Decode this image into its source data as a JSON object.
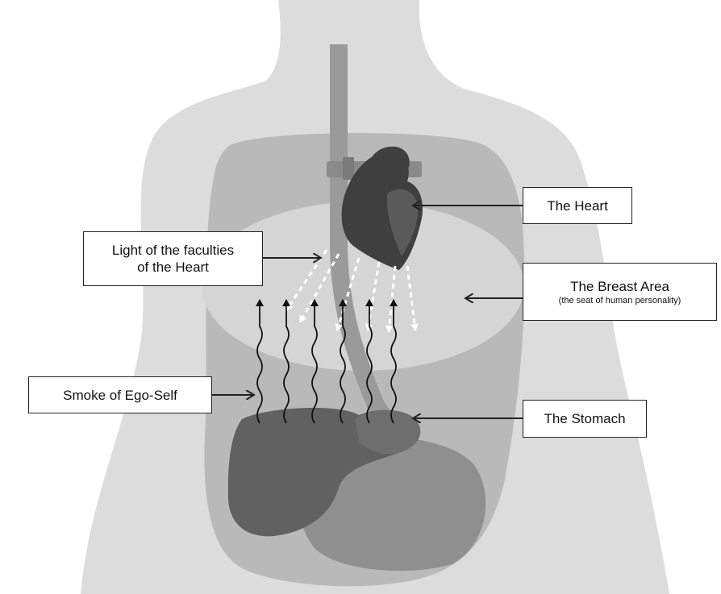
{
  "labels": {
    "heart": "The Heart",
    "light_line1": "Light of the faculties",
    "light_line2": "of the Heart",
    "breast_title": "The Breast Area",
    "breast_subtitle": "(the seat of human personality)",
    "smoke": "Smoke of Ego-Self",
    "stomach": "The Stomach"
  },
  "colors": {
    "body": "#dcdcdc",
    "breast_area": "#b9b9b9",
    "inner_light": "#d5d5d5",
    "heart": "#3f3f3f",
    "organ_dark": "#616161",
    "organ_mid": "#8f8f8f",
    "esophagus": "#9a9a9a",
    "outline": "#222222"
  }
}
